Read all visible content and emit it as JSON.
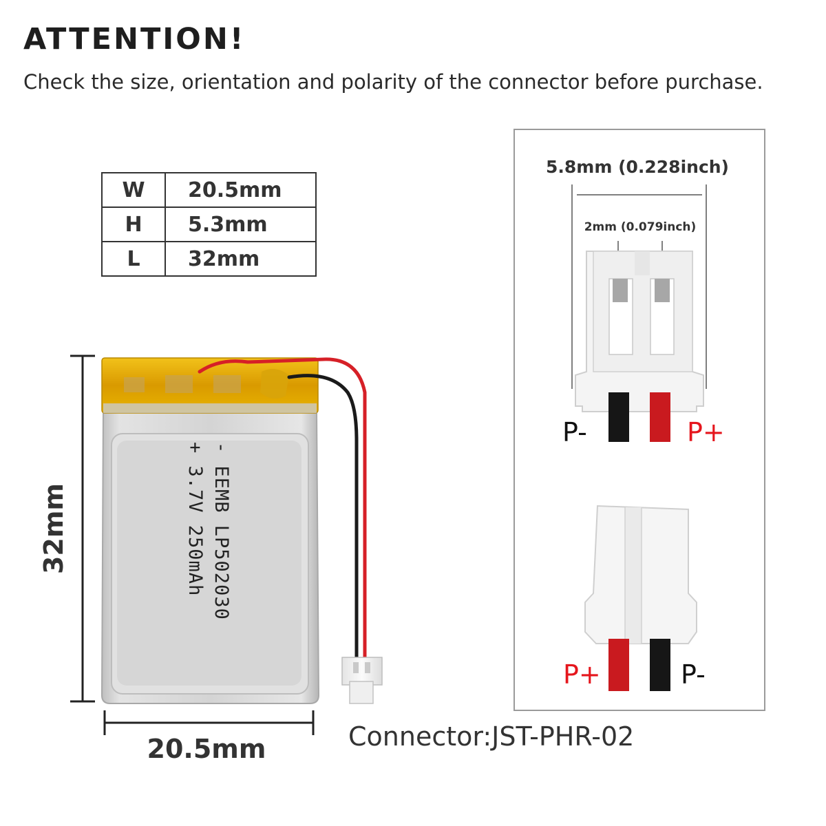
{
  "header": {
    "title": "ATTENTION!",
    "subtitle": "Check the size, orientation and polarity of the connector before purchase."
  },
  "spec_table": {
    "rows": [
      {
        "key": "W",
        "value": "20.5mm"
      },
      {
        "key": "H",
        "value": "5.3mm"
      },
      {
        "key": "L",
        "value": "32mm"
      }
    ]
  },
  "battery": {
    "label_line1": "- EEMB LP502030",
    "label_line2": "+ 3.7V 250mAh",
    "dim_width": "20.5mm",
    "dim_length": "32mm"
  },
  "connector": {
    "label": "Connector:JST-PHR-02",
    "dim_overall": "5.8mm (0.228inch)",
    "dim_pitch": "2mm (0.079inch)",
    "top_view": {
      "left_pin": "P-",
      "right_pin": "P+"
    },
    "side_view": {
      "left_pin": "P+",
      "right_pin": "P-"
    }
  },
  "colors": {
    "positive": "#e5161d",
    "negative": "#111111",
    "tape": "#e8b400",
    "cell": "#d8d8d8"
  }
}
